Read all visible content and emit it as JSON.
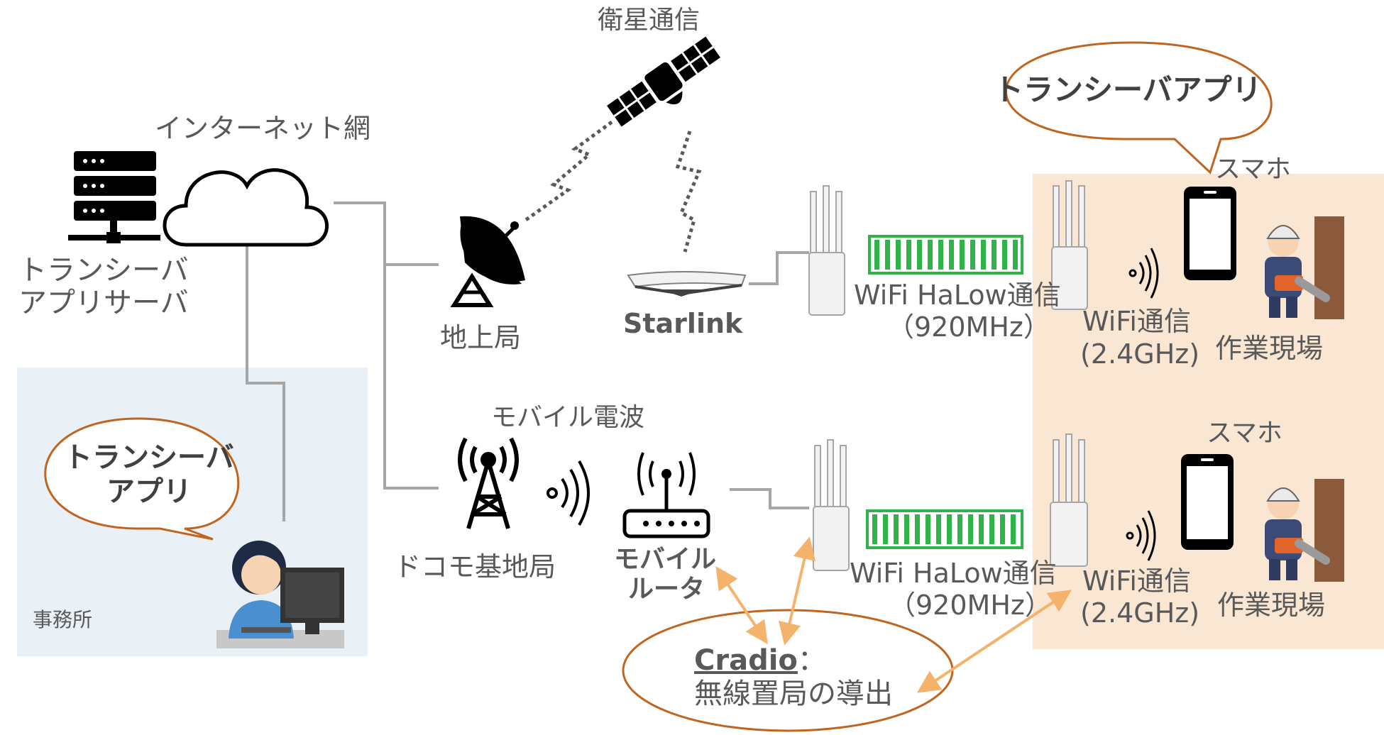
{
  "colors": {
    "line_gray": "#a6a6a6",
    "office_bg": "#e9f1f7",
    "site_bg": "#f9e6d3",
    "bubble_stroke": "#c0651f",
    "halow_green": "#2fb34a",
    "arrow_orange": "#f5b26b",
    "text": "#595959"
  },
  "labels": {
    "internet": "インターネット網",
    "server_line1": "トランシーバ",
    "server_line2": "アプリサーバ",
    "satellite": "衛星通信",
    "ground_station": "地上局",
    "starlink": "Starlink",
    "mobile_wave": "モバイル電波",
    "docomo": "ドコモ基地局",
    "router_line1": "モバイル",
    "router_line2": "ルータ",
    "office": "事務所"
  },
  "office_bubble": {
    "line1": "トランシーバ",
    "line2": "アプリ"
  },
  "site_bubble": {
    "text": "トランシーバアプリ"
  },
  "halow_top": {
    "line1": "WiFi HaLow通信",
    "line2": "（920MHz）"
  },
  "halow_bottom": {
    "line1": "WiFi HaLow通信",
    "line2": "（920MHz）"
  },
  "wifi_top": {
    "line1": "WiFi通信",
    "line2": "(2.4GHz)"
  },
  "wifi_bottom": {
    "line1": "WiFi通信",
    "line2": "(2.4GHz)"
  },
  "phone_top": "スマホ",
  "phone_bottom": "スマホ",
  "site_top": "作業現場",
  "site_bottom": "作業現場",
  "cradio": {
    "name": "Cradio",
    "colon": "：",
    "line2": "無線置局の導出"
  },
  "icons": [
    "server-icon",
    "cloud-icon",
    "satellite-icon",
    "dish-antenna-icon",
    "starlink-dish-icon",
    "cell-tower-icon",
    "router-icon",
    "access-point-icon",
    "smartphone-icon",
    "worker-icon",
    "office-worker-icon",
    "signal-waves-icon",
    "halow-link-icon"
  ]
}
